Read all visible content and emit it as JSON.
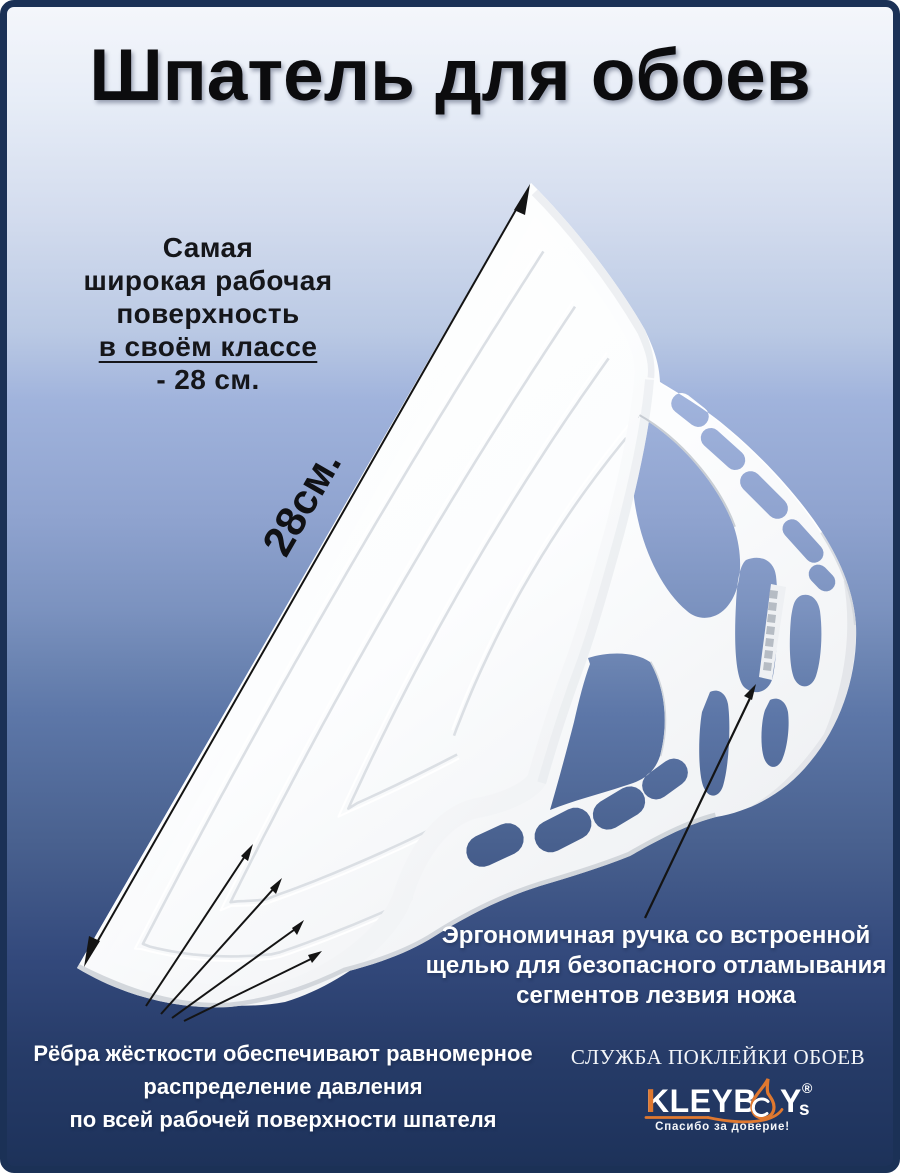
{
  "title": "Шпатель для обоев",
  "background": {
    "top_color": "#f4f6fb",
    "middle_color": "#839ac8",
    "bottom_color": "#1d3259",
    "frame_color": "#1b3156"
  },
  "claim": {
    "line1": "Самая",
    "line2": "широкая рабочая",
    "line3": "поверхность",
    "line4": "в своём классе",
    "line5": "- 28 см."
  },
  "dimension_label": "28см.",
  "handle_note": {
    "line1": "Эргономичная ручка со встроенной",
    "line2": "щелью для безопасного отламывания",
    "line3": "сегментов лезвия ножа"
  },
  "ribs_note": {
    "line1": "Рёбра жёсткости обеспечивают равномерное",
    "line2": "распределение давления",
    "line3": "по всей рабочей поверхности шпателя"
  },
  "footer": {
    "service_line": "СЛУЖБА ПОКЛЕЙКИ ОБОЕВ",
    "brand_prefix": "KLEYB",
    "brand_suffix": "Y",
    "brand_suffix_small": "s",
    "registered_mark": "®",
    "tagline": "Спасибо за доверие!",
    "brand_accent_color": "#e0782f",
    "brand_text_color": "#ffffff"
  },
  "illustration": {
    "product_color": "#ffffff",
    "arrow_color": "#141414"
  }
}
